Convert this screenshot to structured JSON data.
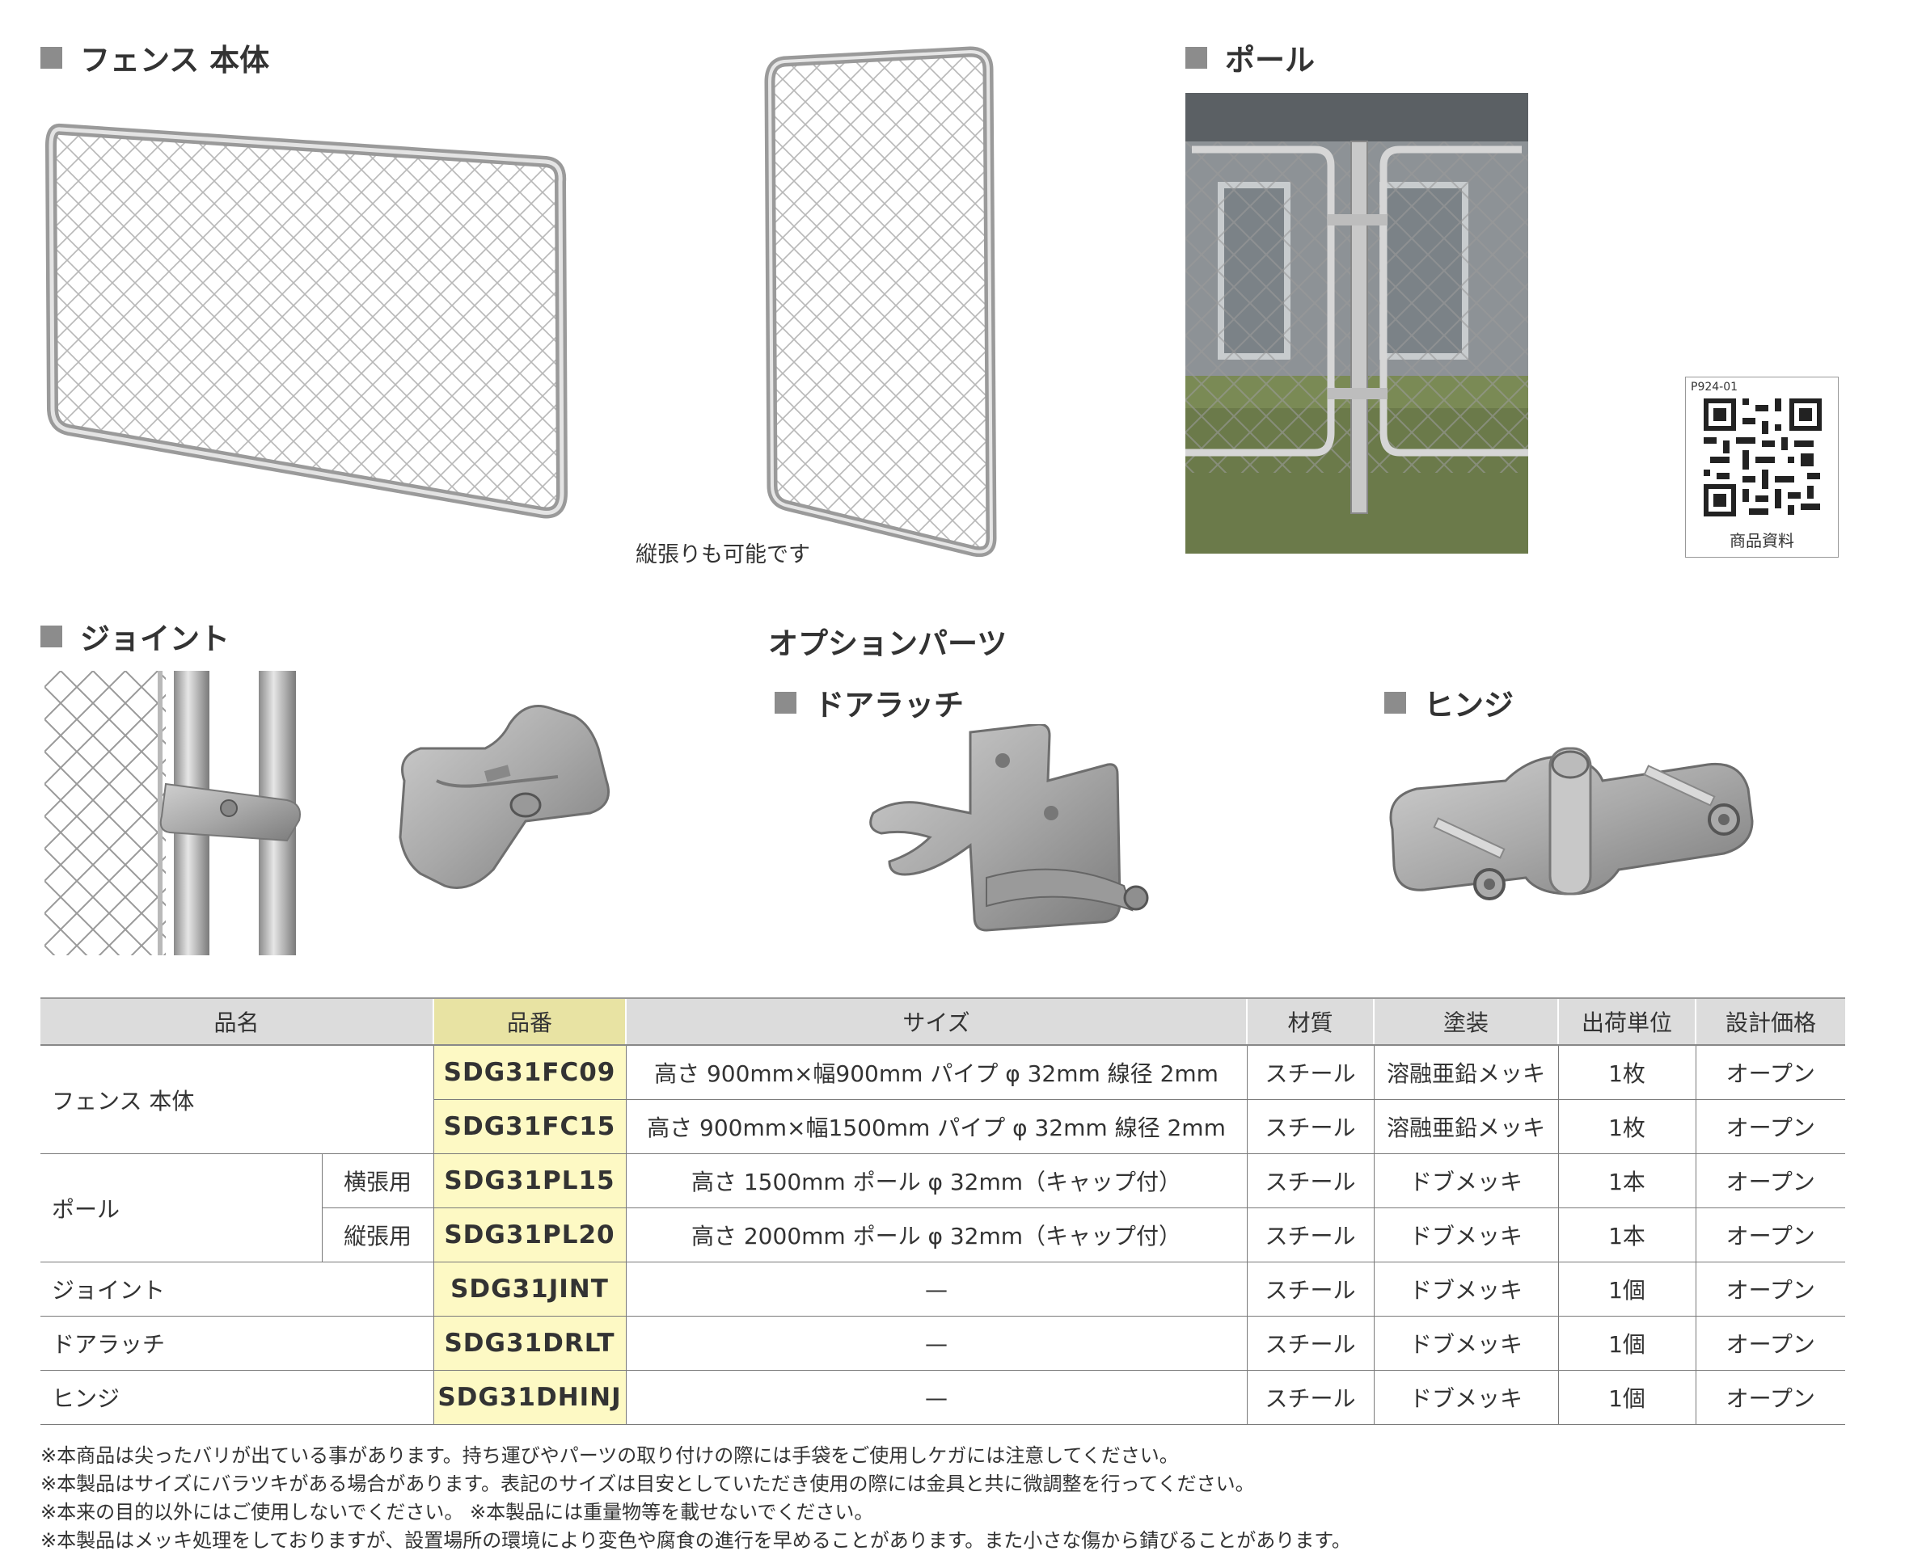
{
  "headings": {
    "fence_body": "フェンス 本体",
    "pole": "ポール",
    "joint": "ジョイント",
    "options": "オプションパーツ",
    "door_latch": "ドアラッチ",
    "hinge": "ヒンジ"
  },
  "vertical_note": "縦張りも可能です",
  "qr": {
    "code": "P924-01",
    "caption": "商品資料"
  },
  "table": {
    "headers": {
      "name": "品名",
      "code": "品番",
      "size": "サイズ",
      "material": "材質",
      "coating": "塗装",
      "unit": "出荷単位",
      "price": "設計価格"
    },
    "rows": [
      {
        "name": "フェンス 本体",
        "sub": "",
        "code": "SDG31FC09",
        "size": "高さ 900mm×幅900mm  パイプ φ 32mm  線径 2mm",
        "material": "スチール",
        "coating": "溶融亜鉛メッキ",
        "unit": "1枚",
        "price": "オープン"
      },
      {
        "name": "",
        "sub": "",
        "code": "SDG31FC15",
        "size": "高さ 900mm×幅1500mm  パイプ φ 32mm  線径 2mm",
        "material": "スチール",
        "coating": "溶融亜鉛メッキ",
        "unit": "1枚",
        "price": "オープン"
      },
      {
        "name": "ポール",
        "sub": "横張用",
        "code": "SDG31PL15",
        "size": "高さ 1500mm  ポール φ 32mm（キャップ付）",
        "material": "スチール",
        "coating": "ドブメッキ",
        "unit": "1本",
        "price": "オープン"
      },
      {
        "name": "",
        "sub": "縦張用",
        "code": "SDG31PL20",
        "size": "高さ 2000mm  ポール φ 32mm（キャップ付）",
        "material": "スチール",
        "coating": "ドブメッキ",
        "unit": "1本",
        "price": "オープン"
      },
      {
        "name": "ジョイント",
        "sub": "",
        "code": "SDG31JINT",
        "size": "—",
        "material": "スチール",
        "coating": "ドブメッキ",
        "unit": "1個",
        "price": "オープン"
      },
      {
        "name": "ドアラッチ",
        "sub": "",
        "code": "SDG31DRLT",
        "size": "—",
        "material": "スチール",
        "coating": "ドブメッキ",
        "unit": "1個",
        "price": "オープン"
      },
      {
        "name": "ヒンジ",
        "sub": "",
        "code": "SDG31DHINJ",
        "size": "—",
        "material": "スチール",
        "coating": "ドブメッキ",
        "unit": "1個",
        "price": "オープン"
      }
    ]
  },
  "footnotes": [
    "※本商品は尖ったバリが出ている事があります。持ち運びやパーツの取り付けの際には手袋をご使用しケガには注意してください。",
    "※本製品はサイズにバラツキがある場合があります。表記のサイズは目安としていただき使用の際には金具と共に微調整を行ってください。",
    "※本来の目的以外にはご使用しないでください。 ※本製品には重量物等を載せないでください。",
    "※本製品はメッキ処理をしておりますが、設置場所の環境により変色や腐食の進行を早めることがあります。また小さな傷から錆びることがあります。"
  ]
}
